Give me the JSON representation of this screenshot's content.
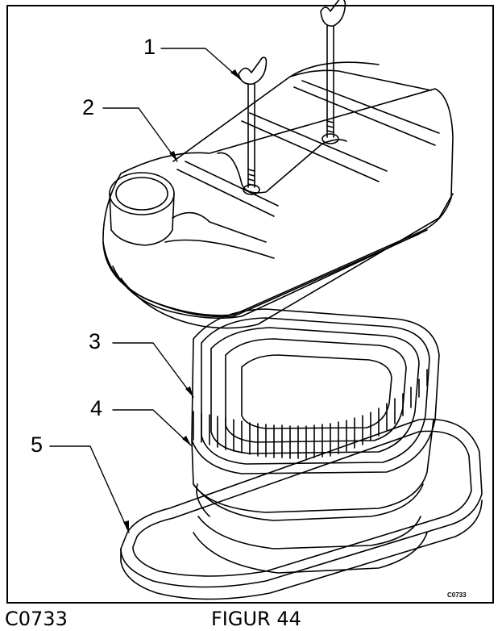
{
  "figure": {
    "callouts": [
      "1",
      "2",
      "3",
      "4",
      "5"
    ],
    "inner_code": "C0733",
    "footer_code": "C0733",
    "caption": "FIGUR 44"
  },
  "icons": {
    "cover": "air-cleaner-cover-icon",
    "element": "air-filter-element-icon",
    "precleaner": "foam-precleaner-icon",
    "base": "air-cleaner-base-icon",
    "knob": "wing-knob-icon"
  }
}
